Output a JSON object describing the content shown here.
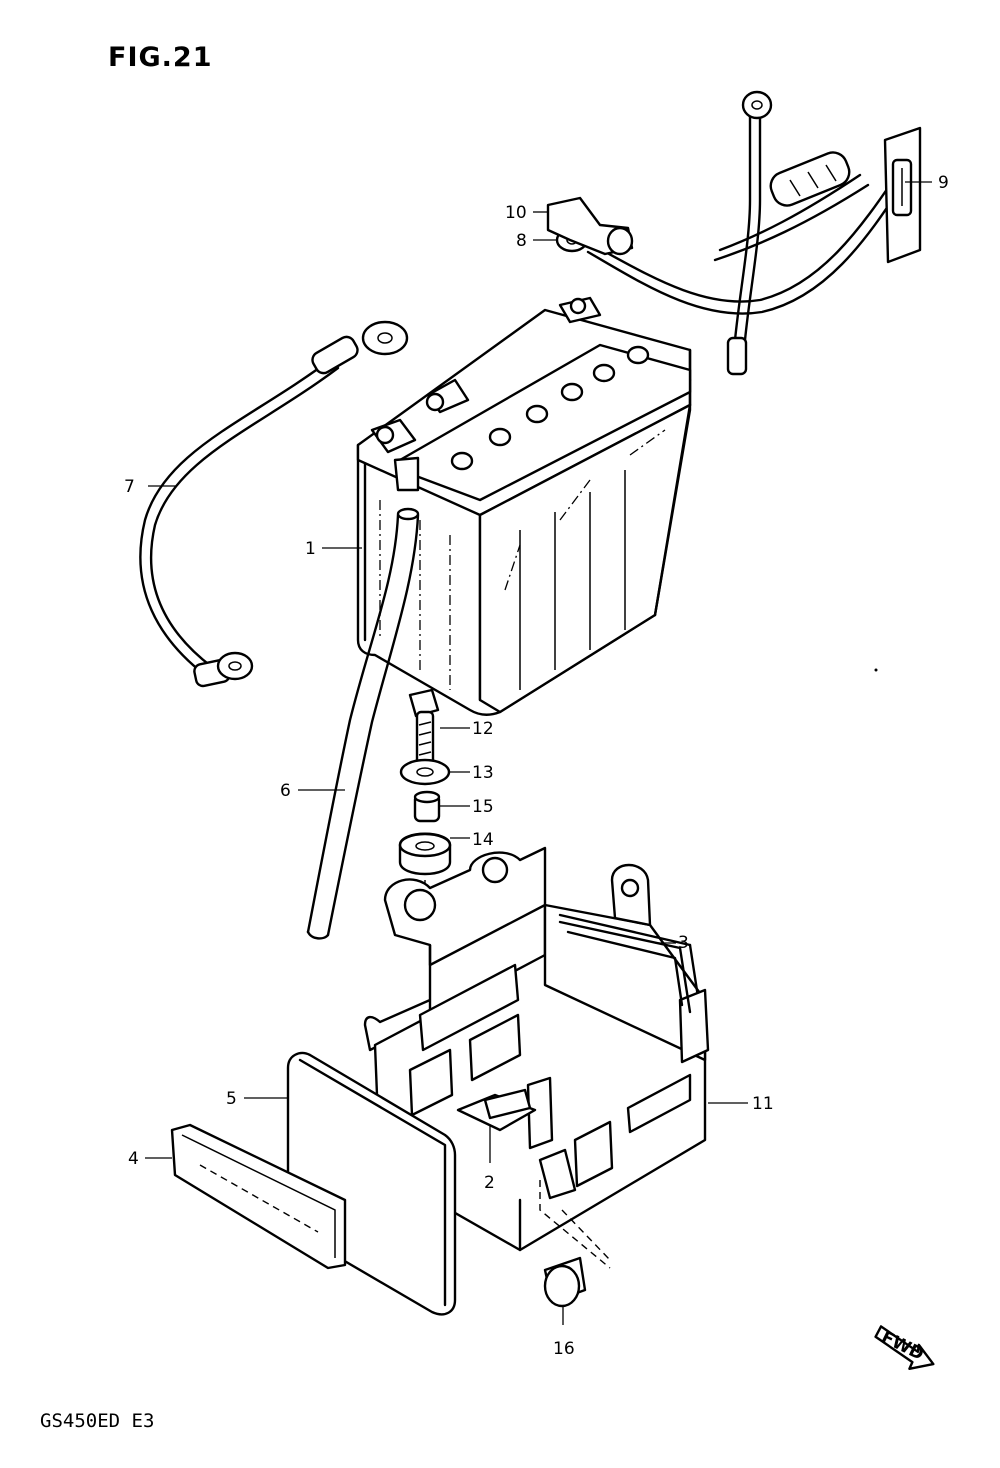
{
  "figure": {
    "title": "FIG.21",
    "model_code": "GS450ED E3",
    "fwd_label": "FWD"
  },
  "callouts": [
    {
      "id": "c1",
      "label": "1"
    },
    {
      "id": "c2",
      "label": "2"
    },
    {
      "id": "c3",
      "label": "3"
    },
    {
      "id": "c4",
      "label": "4"
    },
    {
      "id": "c5",
      "label": "5"
    },
    {
      "id": "c6",
      "label": "6"
    },
    {
      "id": "c7",
      "label": "7"
    },
    {
      "id": "c8",
      "label": "8"
    },
    {
      "id": "c9",
      "label": "9"
    },
    {
      "id": "c10",
      "label": "10"
    },
    {
      "id": "c11",
      "label": "11"
    },
    {
      "id": "c12",
      "label": "12"
    },
    {
      "id": "c13",
      "label": "13"
    },
    {
      "id": "c14",
      "label": "14"
    },
    {
      "id": "c15",
      "label": "15"
    },
    {
      "id": "c16",
      "label": "16"
    }
  ]
}
